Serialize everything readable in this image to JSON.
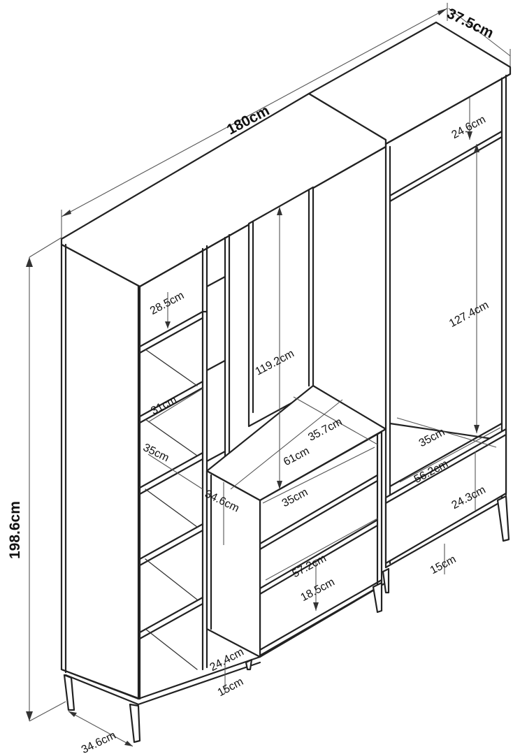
{
  "dimensions": {
    "width_total": "180cm",
    "depth": "37.5cm",
    "height_total": "198.6cm",
    "base_depth": "34.6cm",
    "left_shelf_top": "28.5cm",
    "left_shelf_2": "31cm",
    "left_shelf_3": "35cm",
    "mid_hanging_height": "119.2cm",
    "mid_shelf_depth": "35.7cm",
    "mid_width": "61cm",
    "mid_small_width": "35cm",
    "side_compartment_height": "34.6cm",
    "drawer_width": "57.2cm",
    "drawer_height": "18.5cm",
    "bottom_compartment_height": "24.4cm",
    "leg_height_left": "15cm",
    "right_top_shelf": "24.6cm",
    "right_hanging_height": "127.4cm",
    "right_depth": "35cm",
    "right_width": "56.2cm",
    "right_drawer_height": "24.3cm",
    "leg_height_right": "15cm"
  }
}
